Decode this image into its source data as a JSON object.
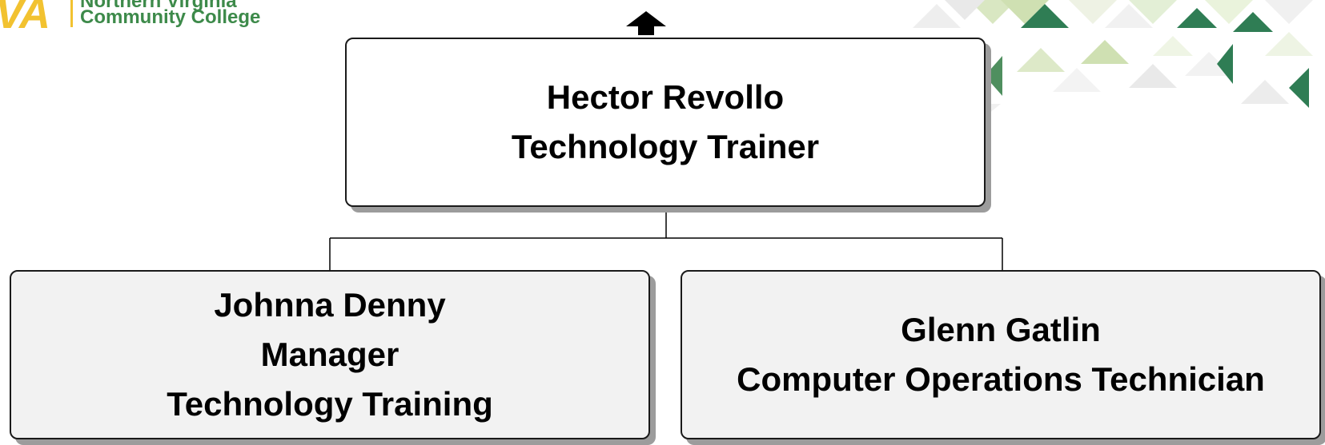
{
  "logo": {
    "mark": "VA",
    "line1": "Northern Virginia",
    "line2": "Community College"
  },
  "colors": {
    "brand_yellow": "#f2c230",
    "brand_green": "#3d8a4a",
    "box_shadow": "#9c9c9c",
    "box_fill_child": "#f2f2f2"
  },
  "org_chart": {
    "up_arrow_icon": "up-arrow-icon",
    "top": {
      "name": "Hector Revollo",
      "title": "Technology Trainer"
    },
    "children": [
      {
        "name": "Johnna Denny",
        "title": "Manager",
        "department": "Technology Training"
      },
      {
        "name": "Glenn Gatlin",
        "title": "Computer Operations Technician"
      }
    ]
  }
}
